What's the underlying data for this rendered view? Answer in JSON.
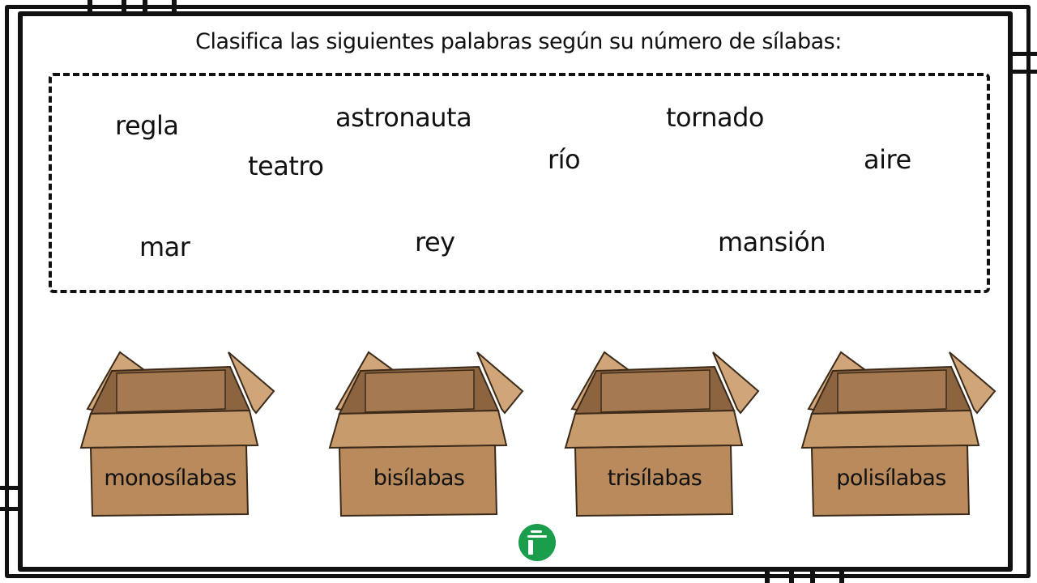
{
  "title": "Clasifica las siguientes palabras según su número de sílabas:",
  "words": [
    "regla",
    "astronauta",
    "tornado",
    "teatro",
    "río",
    "aire",
    "mar",
    "rey",
    "mansión"
  ],
  "boxes": [
    "monosílabas",
    "bisílabas",
    "trisílabas",
    "polisílabas"
  ],
  "colors": {
    "box_front": "#b98a5c",
    "box_top_flap": "#c89b6c",
    "box_inner": "#8c6440",
    "box_side_flap": "#d0a579",
    "outline": "#3b2a1a",
    "logo": "#1b9e4b"
  },
  "logo": {
    "icon": "pencil-logo-icon"
  }
}
